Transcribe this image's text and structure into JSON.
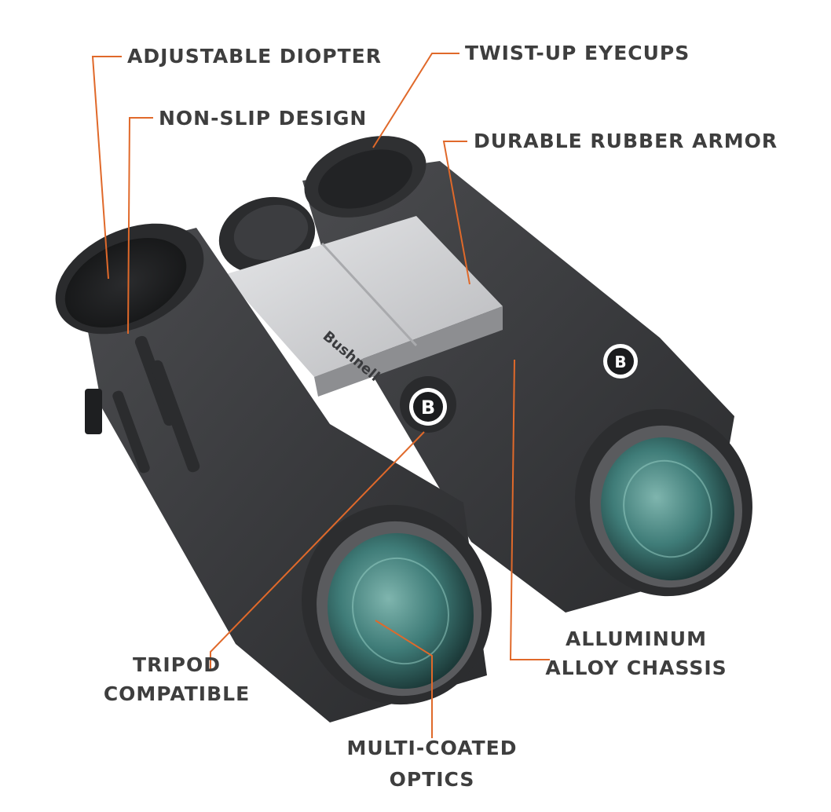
{
  "colors": {
    "background": "#ffffff",
    "callout_line": "#e0692a",
    "label_text": "#3e3e3e",
    "body_dark": "#3b3c3e",
    "bridge_silver": "#d5d6d8",
    "lens_glass": "#4f8e8a"
  },
  "brand": {
    "bridge_logo_text": "Bushnell",
    "emblem_letter": "B"
  },
  "callouts": {
    "adjustable_diopter": "ADJUSTABLE DIOPTER",
    "non_slip_design": "NON-SLIP DESIGN",
    "twist_up_eyecups": "TWIST-UP EYECUPS",
    "durable_rubber_armor": "DURABLE RUBBER ARMOR",
    "alluminum_line1": "ALLUMINUM",
    "alluminum_line2": "ALLOY CHASSIS",
    "tripod_line1": "TRIPOD",
    "tripod_line2": "COMPATIBLE",
    "multicoated_line1": "MULTI-COATED",
    "multicoated_line2": "OPTICS"
  }
}
